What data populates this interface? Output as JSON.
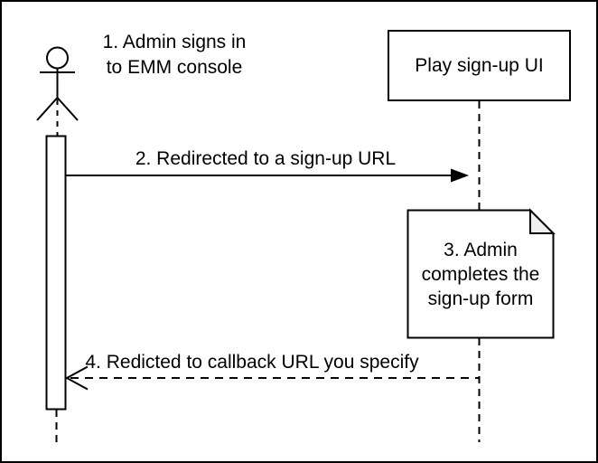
{
  "colors": {
    "stroke": "#000000",
    "background": "#ffffff",
    "shape_fill": "#ffffff",
    "note_fold_fill": "#f0f0f0"
  },
  "participant": {
    "label": "Play sign-up UI"
  },
  "note": {
    "label": "3. Admin\ncompletes the\nsign-up form"
  },
  "messages": [
    {
      "label": "1. Admin signs in\nto EMM console"
    },
    {
      "label": "2. Redirected to a sign-up URL"
    },
    {
      "label": "4. Redicted to callback URL you specify"
    }
  ]
}
